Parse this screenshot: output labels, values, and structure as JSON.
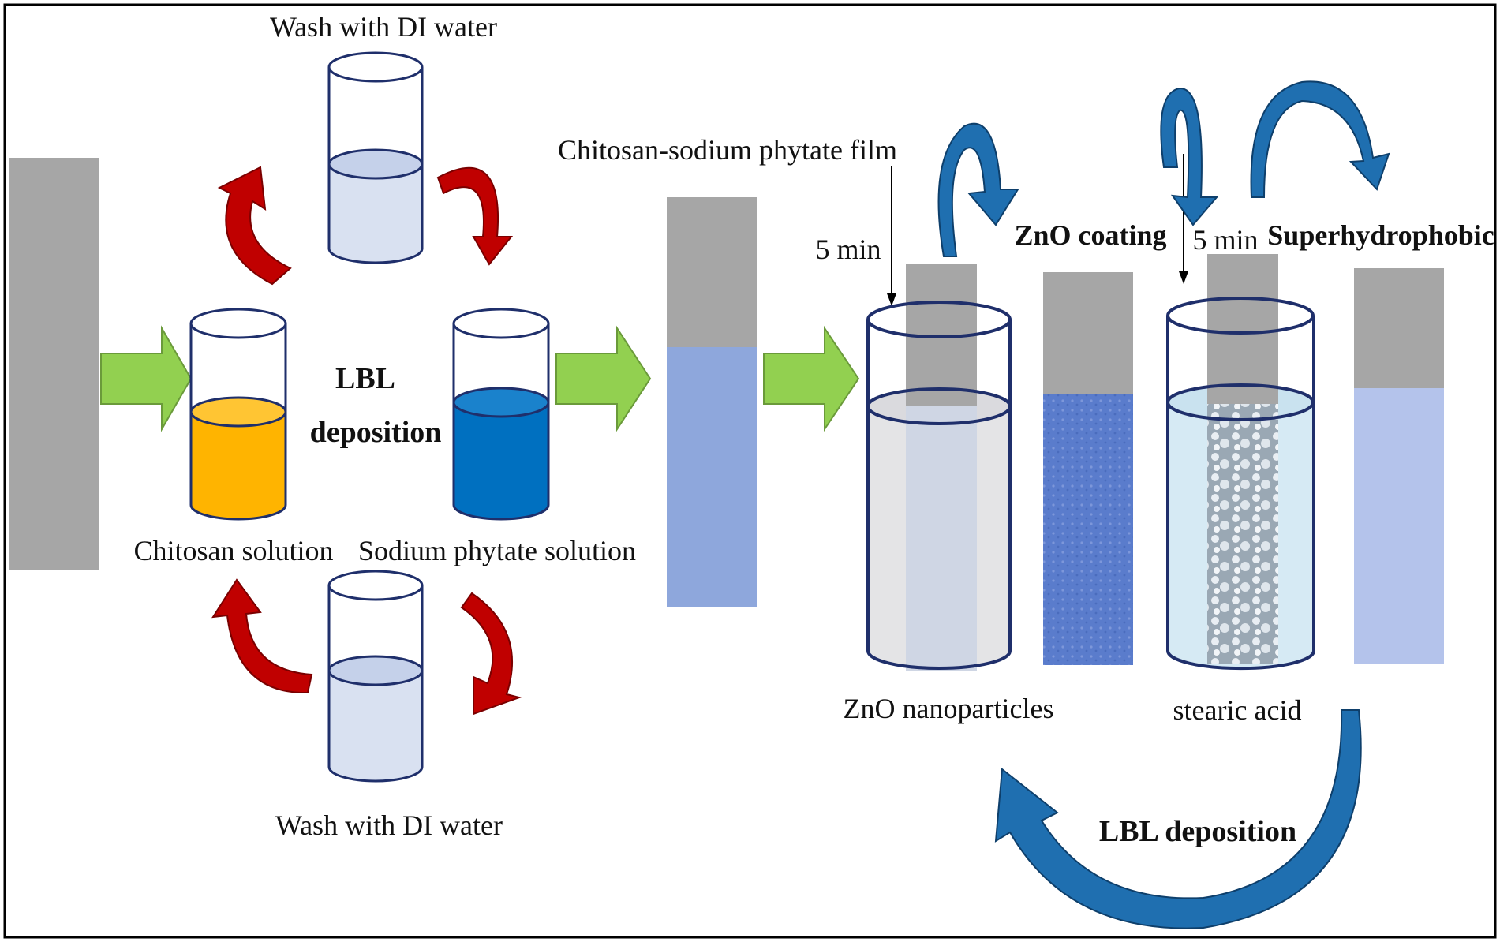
{
  "labels": {
    "wash_top": "Wash with DI water",
    "wash_bottom": "Wash with DI water",
    "lbl_center_line1": "LBL",
    "lbl_center_line2": "deposition",
    "chitosan_solution": "Chitosan solution",
    "sodium_phytate_solution": "Sodium phytate solution",
    "film": "Chitosan-sodium phytate film",
    "time_1": "5 min",
    "zno_coating": "ZnO coating",
    "time_2": "5 min",
    "superhydrophobic": "Superhydrophobic",
    "zno_nanoparticles": "ZnO nanoparticles",
    "stearic_acid": "stearic acid",
    "lbl_bottom": "LBL deposition"
  },
  "colors": {
    "substrate_gray": "#a6a6a6",
    "chitosan_orange": "#ffb400",
    "phytate_blue": "#0070c0",
    "water_light": "#d9e1f1",
    "film_blue": "#8ea7dc",
    "zno_dark_blue": "#5878c8",
    "superhydrophobic_blue": "#b4c3eb",
    "beaker_outline": "#1f2f6b",
    "arrow_red": "#c00000",
    "arrow_green": "#92d050",
    "arrow_blue": "#1f6fb0"
  }
}
